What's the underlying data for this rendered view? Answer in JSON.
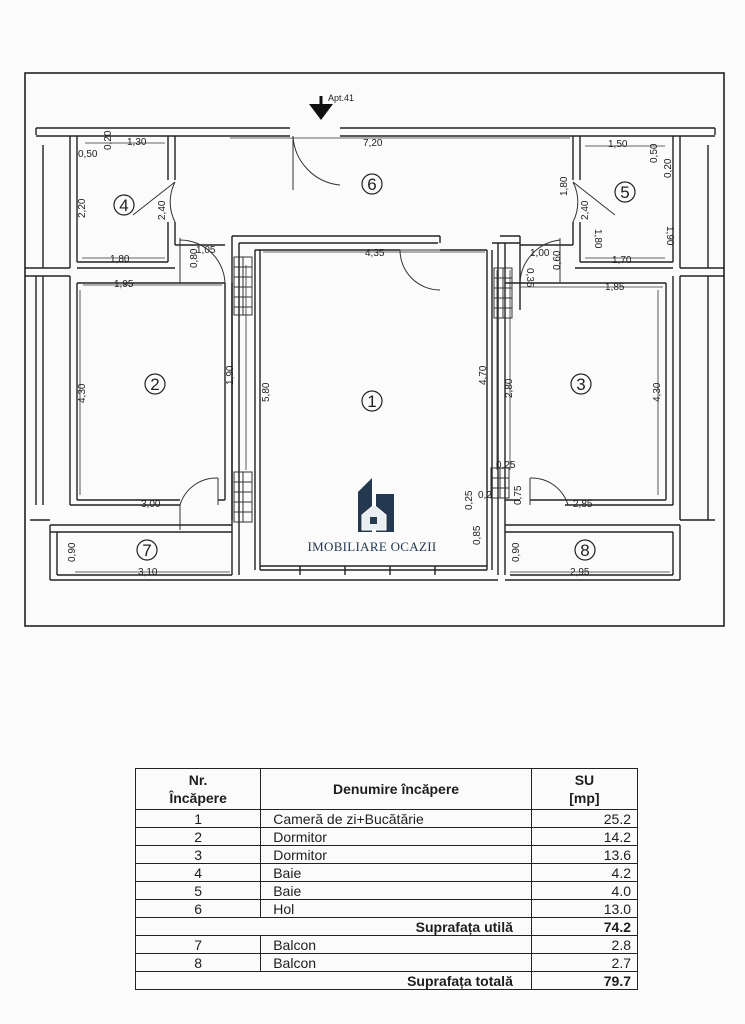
{
  "plan": {
    "entrance_label": "Apt.41",
    "logo_text": "IMOBILIARE OCAZII",
    "room_numbers": [
      "1",
      "2",
      "3",
      "4",
      "5",
      "6",
      "7",
      "8"
    ],
    "dims": {
      "d_130": "1,30",
      "d_050a": "0,50",
      "d_020a": "0,20",
      "d_720": "7,20",
      "d_150": "1,50",
      "d_050b": "0,50",
      "d_020b": "0,20",
      "d_220a": "2,20",
      "d_240a": "2,40",
      "d_180a": "1,80",
      "d_180b": "1,80",
      "d_240b": "2,40",
      "d_190a": "1,90",
      "d_180c": "1,80",
      "d_170": "1,70",
      "d_080a": "0,80",
      "d_105": "1,05",
      "d_435": "4,35",
      "d_100": "1,00",
      "d_035": "0,35",
      "d_060": "0,60",
      "d_195": "1,95",
      "d_185": "1,85",
      "d_430a": "4,30",
      "d_190b": "1,90",
      "d_580": "5,80",
      "d_470": "4,70",
      "d_280": "2,80",
      "d_430b": "4,30",
      "d_025a": "0,25",
      "d_025b": "0,25",
      "d_020c": "0,2",
      "d_075": "0,75",
      "d_300": "3,00",
      "d_285": "2,85",
      "d_085": "0,85",
      "d_090a": "0,90",
      "d_090b": "0,90",
      "d_310": "3,10",
      "d_295": "2,95"
    }
  },
  "table": {
    "headers": [
      "Nr.\nÎncăpere",
      "Denumire încăpere",
      "SU\n[mp]"
    ],
    "rows": [
      {
        "nr": "1",
        "name": "Cameră de zi+Bucătărie",
        "su": "25.2"
      },
      {
        "nr": "2",
        "name": "Dormitor",
        "su": "14.2"
      },
      {
        "nr": "3",
        "name": "Dormitor",
        "su": "13.6"
      },
      {
        "nr": "4",
        "name": "Baie",
        "su": "4.2"
      },
      {
        "nr": "5",
        "name": "Baie",
        "su": "4.0"
      },
      {
        "nr": "6",
        "name": "Hol",
        "su": "13.0"
      }
    ],
    "util_label": "Suprafața utilă",
    "util_value": "74.2",
    "rows2": [
      {
        "nr": "7",
        "name": "Balcon",
        "su": "2.8"
      },
      {
        "nr": "8",
        "name": "Balcon",
        "su": "2.7"
      }
    ],
    "total_label": "Suprafața totală",
    "total_value": "79.7"
  }
}
